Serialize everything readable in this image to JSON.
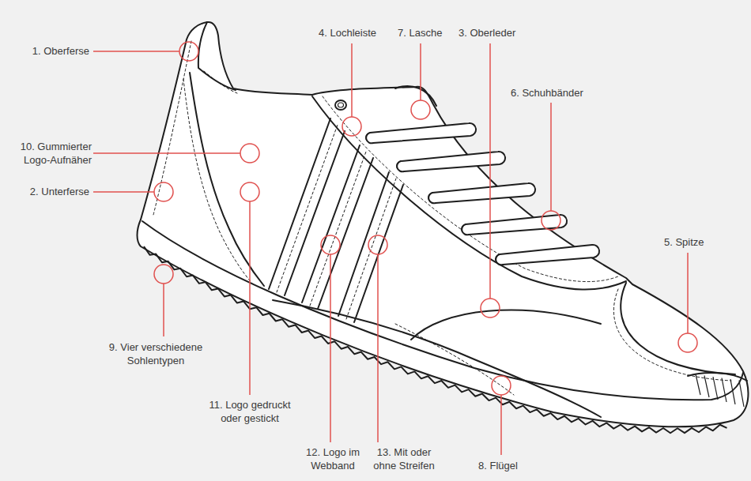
{
  "diagram": {
    "labels": [
      "4. Lochleiste",
      "7. Lasche",
      "3. Oberleder",
      "1. Oberferse",
      "6. Schuhbänder",
      "10. Gummierter Logo-Aufnäher",
      "2. Unterferse",
      "5. Spitze",
      "9. Vier verschiedene Sohlentypen",
      "11. Logo gedruckt oder gestickt",
      "12. Logo im Webband",
      "13. Mit oder ohne Streifen",
      "8. Flügel"
    ]
  }
}
